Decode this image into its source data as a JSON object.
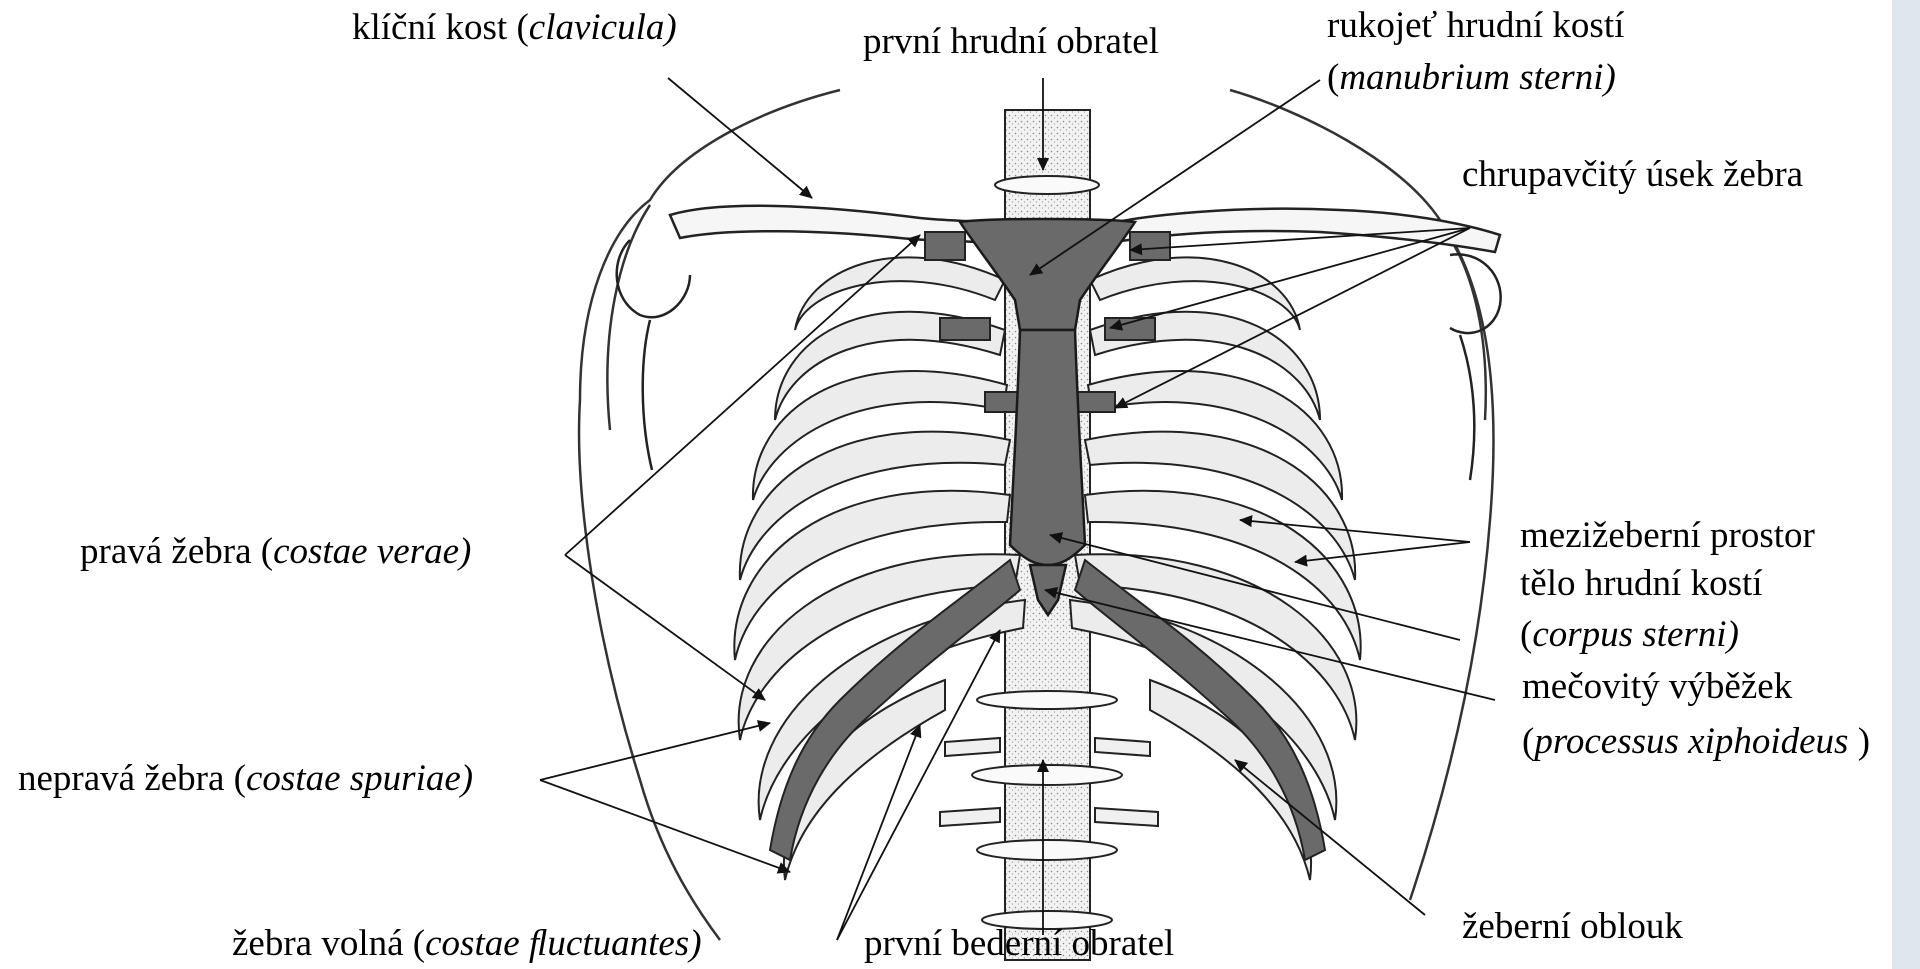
{
  "labels": {
    "clavicula": {
      "text": "klíční kost (",
      "latin": "clavicula)",
      "tail": ""
    },
    "first_thoracic": {
      "text": "první hrudní obratel",
      "latin": "",
      "tail": ""
    },
    "manubrium_1": {
      "text": "rukojeť hrudní kostí",
      "latin": "",
      "tail": ""
    },
    "manubrium_2": {
      "text": "(",
      "latin": "manubrium sterni)",
      "tail": ""
    },
    "cartilage": {
      "text": "chrupavčitý úsek žebra",
      "latin": "",
      "tail": ""
    },
    "true_ribs": {
      "text": "pravá žebra (",
      "latin": "costae verae)",
      "tail": ""
    },
    "intercostal": {
      "text": "mezižeberní prostor",
      "latin": "",
      "tail": ""
    },
    "sternum_body_1": {
      "text": "tělo hrudní kostí",
      "latin": "",
      "tail": ""
    },
    "sternum_body_2": {
      "text": "(",
      "latin": "corpus sterni)",
      "tail": ""
    },
    "xiphoid_1": {
      "text": "mečovitý výběžek",
      "latin": "",
      "tail": ""
    },
    "xiphoid_2": {
      "text": "(",
      "latin": "processus xiphoideus",
      "tail": " )"
    },
    "false_ribs": {
      "text": "nepravá žebra (",
      "latin": "costae spuriae)",
      "tail": ""
    },
    "floating_ribs": {
      "text": "žebra volná (",
      "latin": "costae ﬂuctuantes)",
      "tail": ""
    },
    "first_lumbar": {
      "text": "první bederní obratel",
      "latin": "",
      "tail": ""
    },
    "costal_arch": {
      "text": "žeberní oblouk",
      "latin": "",
      "tail": ""
    }
  },
  "colors": {
    "bone_dark": "#6a6a6a",
    "bone_light": "#ececec",
    "outline": "#1a1a1a",
    "background": "#ffffff",
    "right_strip": "#dfe6ec"
  }
}
